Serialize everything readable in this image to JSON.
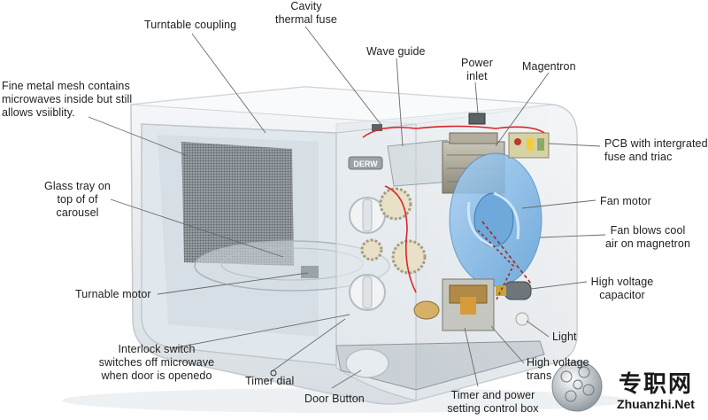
{
  "labels": {
    "cavity_thermal_fuse": "Cavity\nthermal fuse",
    "turntable_coupling": "Turntable coupling",
    "wave_guide": "Wave guide",
    "power_inlet": "Power\ninlet",
    "magnetron": "Magentron",
    "fine_mesh": "Fine metal mesh contains\nmicrowaves inside but still\nallows vsiiblity.",
    "pcb": "PCB with intergrated\nfuse and triac",
    "glass_tray": "Glass tray on\ntop of  of\ncarousel",
    "fan_motor": "Fan motor",
    "fan_blows": "Fan blows cool\nair on magnetron",
    "hv_capacitor": "High voltage\ncapacitor",
    "turntable_motor": "Turnable motor",
    "light": "Light",
    "interlock": "Interlock switch\nswitches off microwave\nwhen door is openedo",
    "hv_transformer": "High voltage\ntrans",
    "timer_dial": "Timer dial",
    "door_button": "Door Button",
    "timer_board": "Timer and power\nsetting control box"
  },
  "brand_plate": "DERW",
  "watermark": {
    "cn": "专职网",
    "en": "Zhuanzhi.Net"
  },
  "colors": {
    "body": "#e8edf1",
    "glass": "#c9d4dc",
    "mesh": "#6d7378",
    "fan": "#7fb6e6",
    "wire_red": "#d9262a",
    "transformer": "#8a6f3e",
    "line": "#666666"
  }
}
